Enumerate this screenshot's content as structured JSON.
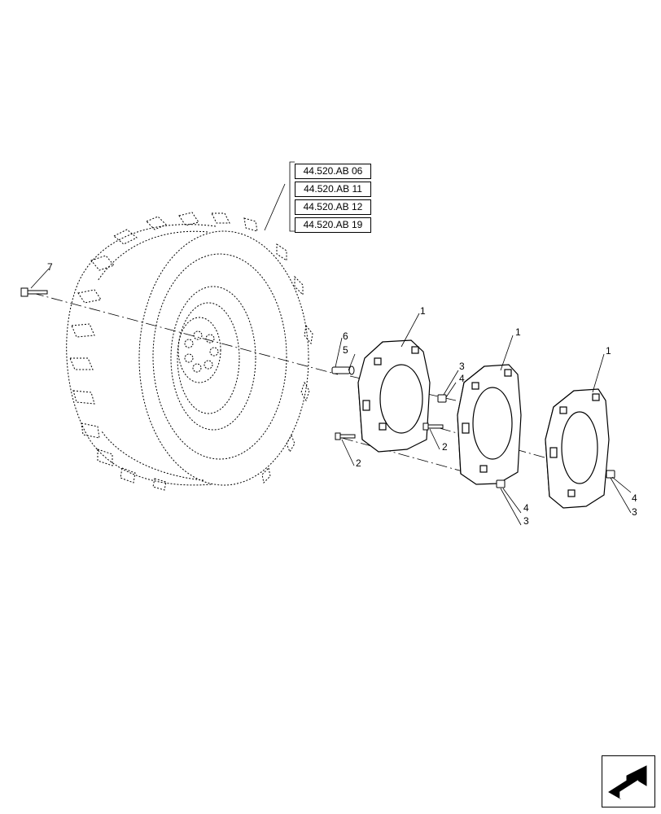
{
  "references": [
    {
      "code": "44.520.AB 06"
    },
    {
      "code": "44.520.AB 11"
    },
    {
      "code": "44.520.AB 12"
    },
    {
      "code": "44.520.AB 19"
    }
  ],
  "callouts": {
    "c1a": "1",
    "c1b": "1",
    "c1c": "1",
    "c2a": "2",
    "c2b": "2",
    "c3a": "3",
    "c3b": "3",
    "c3c": "3",
    "c4a": "4",
    "c4b": "4",
    "c4c": "4",
    "c5": "5",
    "c6": "6",
    "c7": "7"
  },
  "nav": {
    "icon": "arrow-icon"
  }
}
